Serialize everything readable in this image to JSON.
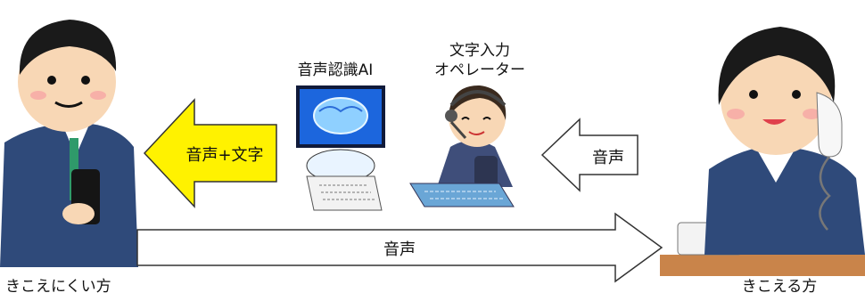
{
  "labels": {
    "hard_of_hearing": "きこえにくい方",
    "hearing": "きこえる方",
    "speech_ai": "音声認識AI",
    "operator_line1": "文字入力",
    "operator_line2": "オペレーター"
  },
  "arrows": {
    "voice_text": "音声+文字",
    "voice_in": "音声",
    "voice_direct": "音声"
  },
  "colors": {
    "yellow_arrow": "#fff200",
    "brain_blue": "#1e6ff0",
    "suit_navy": "#2f4a7a",
    "skin": "#f8d7b5"
  }
}
